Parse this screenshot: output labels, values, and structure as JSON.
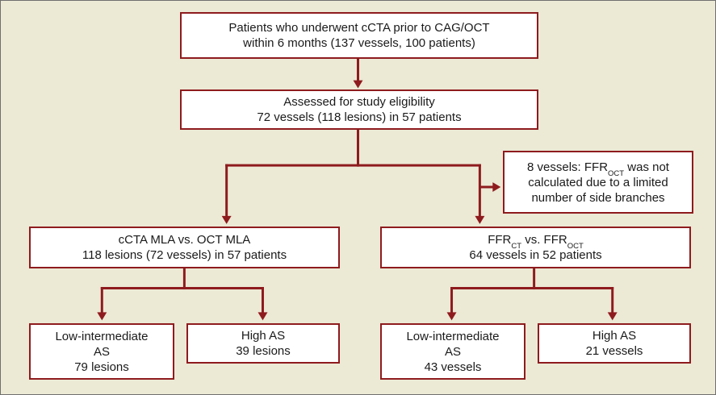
{
  "colors": {
    "background": "#ECE9D5",
    "accent": "#8E1B1E",
    "box_fill": "#FFFFFF",
    "text": "#1A1A1A"
  },
  "boxes": {
    "patients": {
      "line1": "Patients who underwent cCTA prior to CAG/OCT",
      "line2": "within 6 months (137 vessels, 100 patients)"
    },
    "eligibility": {
      "line1": "Assessed for study eligibility",
      "line2": "72 vessels (118 lesions) in 57 patients"
    },
    "excluded": {
      "line1_text": "8 vessels: FFR",
      "line1_sub": "OCT",
      "line1_rest": " was not",
      "line2": "calculated due to a limited",
      "line3": "number of side branches"
    },
    "mla_comparison": {
      "line1": "cCTA MLA vs. OCT MLA",
      "line2": "118 lesions (72 vessels) in 57 patients"
    },
    "ffr_comparison": {
      "line1_part1": "FFR",
      "line1_sub1": "CT",
      "line1_part2": " vs. FFR",
      "line1_sub2": "OCT",
      "line2": "64 vessels in 52 patients"
    },
    "mla_low": {
      "line1": "Low-intermediate",
      "line2": "AS",
      "line3": "79 lesions"
    },
    "mla_high": {
      "line1": "High AS",
      "line2": "39 lesions"
    },
    "ffr_low": {
      "line1": "Low-intermediate",
      "line2": "AS",
      "line3": "43 vessels"
    },
    "ffr_high": {
      "line1": "High AS",
      "line2": "21 vessels"
    }
  }
}
